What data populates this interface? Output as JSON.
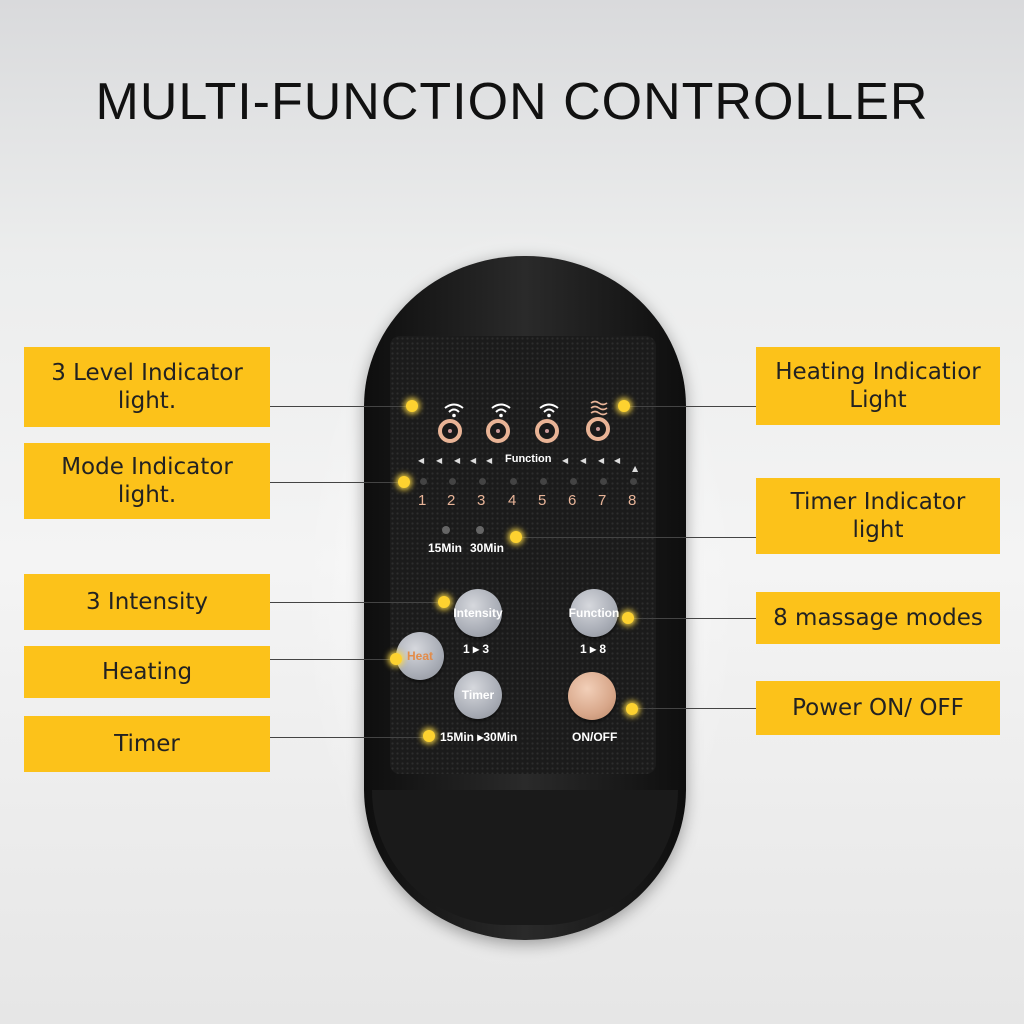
{
  "title": "MULTI-FUNCTION CONTROLLER",
  "labels": {
    "level_indicator": "3 Level Indicator\nlight.",
    "mode_indicator": "Mode Indicator\nlight.",
    "intensity": "3 Intensity",
    "heating": "Heating",
    "timer": "Timer",
    "heating_indicator": "Heating Indicatior\nLight",
    "timer_indicator": "Timer Indicator\nlight",
    "massage_modes": "8 massage modes",
    "power": "Power ON/ OFF"
  },
  "panel": {
    "function_label": "Function",
    "mode_numbers": [
      "1",
      "2",
      "3",
      "4",
      "5",
      "6",
      "7",
      "8"
    ],
    "timer_15": "15Min",
    "timer_30": "30Min",
    "btn_intensity": "Intensity",
    "intensity_range": "1 ▸ 3",
    "btn_function": "Function",
    "function_range": "1 ▸ 8",
    "btn_heat": "Heat",
    "btn_timer": "Timer",
    "timer_range": "15Min ▸30Min",
    "power_label": "ON/OFF"
  },
  "colors": {
    "label_bg": "#fcc21a",
    "led_glow": "#fdd230",
    "accent_copper": "#e8b498"
  }
}
